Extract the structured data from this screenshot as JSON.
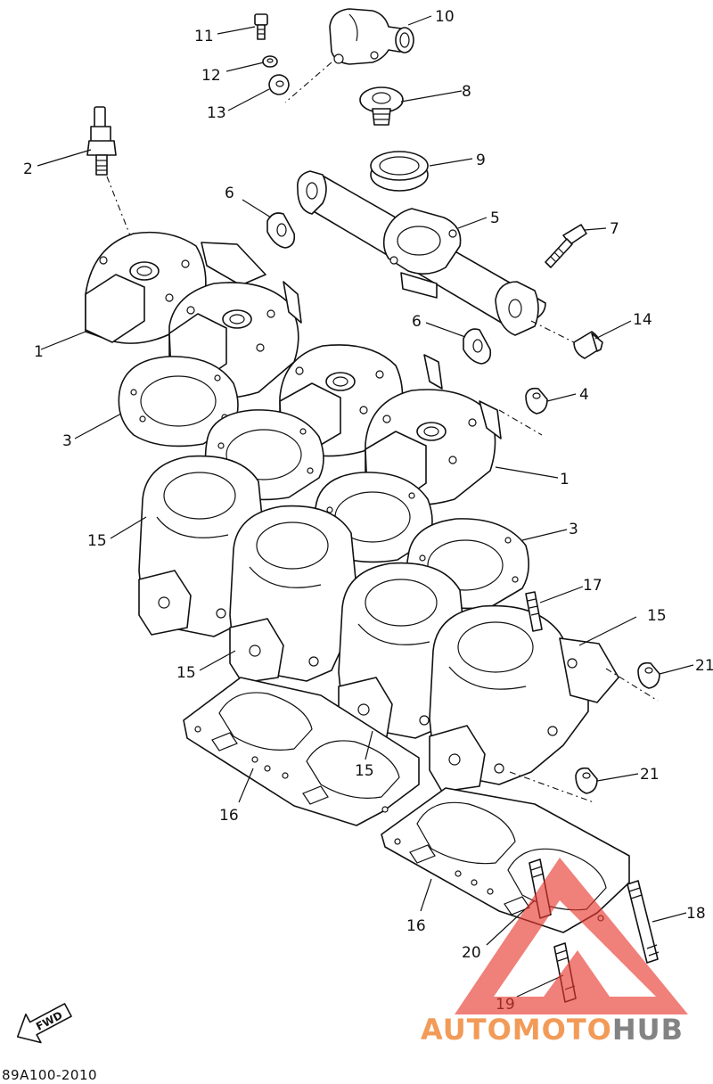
{
  "diagram": {
    "part_number_code": "89A100-2010",
    "direction_label": "FWD",
    "callouts": [
      {
        "id": "c1a",
        "text": "1"
      },
      {
        "id": "c1b",
        "text": "1"
      },
      {
        "id": "c2",
        "text": "2"
      },
      {
        "id": "c3a",
        "text": "3"
      },
      {
        "id": "c3b",
        "text": "3"
      },
      {
        "id": "c4",
        "text": "4"
      },
      {
        "id": "c5",
        "text": "5"
      },
      {
        "id": "c6a",
        "text": "6"
      },
      {
        "id": "c6b",
        "text": "6"
      },
      {
        "id": "c7",
        "text": "7"
      },
      {
        "id": "c8",
        "text": "8"
      },
      {
        "id": "c9",
        "text": "9"
      },
      {
        "id": "c10",
        "text": "10"
      },
      {
        "id": "c11",
        "text": "11"
      },
      {
        "id": "c12",
        "text": "12"
      },
      {
        "id": "c13",
        "text": "13"
      },
      {
        "id": "c14",
        "text": "14"
      },
      {
        "id": "c15a",
        "text": "15"
      },
      {
        "id": "c15b",
        "text": "15"
      },
      {
        "id": "c15c",
        "text": "15"
      },
      {
        "id": "c15d",
        "text": "15"
      },
      {
        "id": "c16a",
        "text": "16"
      },
      {
        "id": "c16b",
        "text": "16"
      },
      {
        "id": "c17",
        "text": "17"
      },
      {
        "id": "c18",
        "text": "18"
      },
      {
        "id": "c19",
        "text": "19"
      },
      {
        "id": "c20",
        "text": "20"
      },
      {
        "id": "c21a",
        "text": "21"
      },
      {
        "id": "c21b",
        "text": "21"
      }
    ]
  },
  "watermark": {
    "brand_text": "AUTOMOTOHUB",
    "brand_part1": "AUTOMOTO",
    "brand_part2": "HUB",
    "color_primary": "#f08a3c",
    "color_secondary": "#6e6e6e",
    "color_triangle": "#e8382f"
  }
}
